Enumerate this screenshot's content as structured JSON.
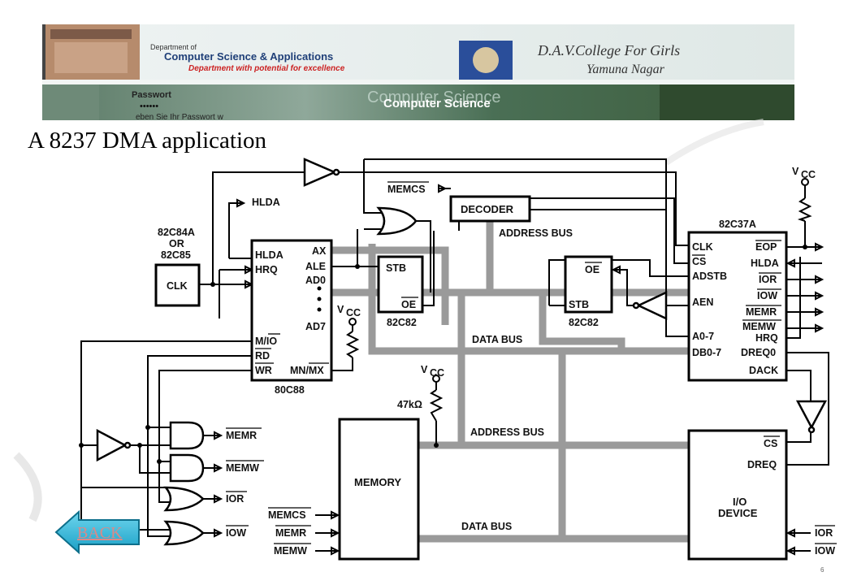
{
  "header": {
    "dept_line1": "Department of",
    "dept_line2": "Computer Science & Applications",
    "dept_tagline": "Department with potential for excellence",
    "college_line1": "D.A.V.College For Girls",
    "college_line2": "Yamuna Nagar",
    "login_label": "Passwort",
    "login_dots": "••••••",
    "login_hint": "eben Sie Ihr Passwort w",
    "banner_text_1": "Computer Science",
    "banner_text_2": "Computer Science"
  },
  "slide": {
    "title": "A 8237 DMA application",
    "back_label": "BACK",
    "page_marker": "6"
  },
  "diagram": {
    "clock_chip": {
      "name_line1": "82C84A",
      "name_line2": "OR",
      "name_line3": "82C85",
      "pin": "CLK"
    },
    "cpu": {
      "name": "80C88",
      "pins_left": [
        "HLDA",
        "HRQ",
        "M/IO",
        "RD",
        "WR"
      ],
      "pins_right": [
        "AX",
        "ALE",
        "AD0",
        "AD7",
        "MN/MX"
      ]
    },
    "latch1": {
      "name": "82C82",
      "pins": [
        "STB",
        "OE"
      ]
    },
    "latch2": {
      "name": "82C82",
      "pins": [
        "OE",
        "STB"
      ]
    },
    "dma": {
      "name": "82C37A",
      "pins_left": [
        "CLK",
        "CS",
        "ADSTB",
        "AEN",
        "A0-7",
        "DB0-7"
      ],
      "pins_right": [
        "EOP",
        "HLDA",
        "IOR",
        "IOW",
        "MEMR",
        "MEMW",
        "HRQ",
        "DREQ0",
        "DACK"
      ]
    },
    "decoder": {
      "name": "DECODER",
      "output": "MEMCS"
    },
    "memory": {
      "name": "MEMORY",
      "inputs": [
        "MEMCS",
        "MEMR",
        "MEMW"
      ]
    },
    "io_device": {
      "name_line1": "I/O",
      "name_line2": "DEVICE",
      "pins": [
        "CS",
        "DREQ"
      ],
      "inputs": [
        "IOR",
        "IOW"
      ]
    },
    "gate_outputs": [
      "MEMR",
      "MEMW",
      "IOR",
      "IOW"
    ],
    "hlda_label": "HLDA",
    "vcc_label": "V",
    "vcc_sub": "CC",
    "resistor_label": "47kΩ",
    "bus_labels": {
      "address_bus_top": "ADDRESS BUS",
      "data_bus_mid": "DATA BUS",
      "address_bus_low": "ADDRESS BUS",
      "data_bus_low": "DATA BUS"
    }
  }
}
